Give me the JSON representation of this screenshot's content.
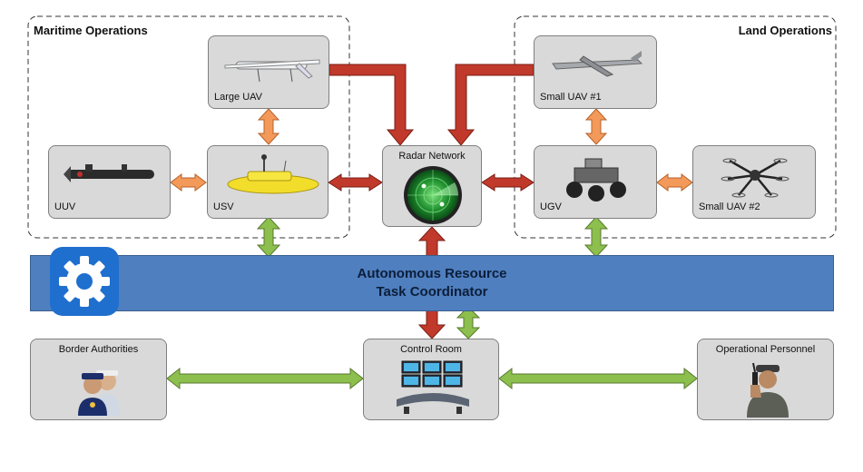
{
  "zones": {
    "maritime": "Maritime Operations",
    "land": "Land Operations"
  },
  "nodes": {
    "large_uav": "Large UAV",
    "uuv": "UUV",
    "usv": "USV",
    "radar": "Radar Network",
    "small_uav_1": "Small UAV #1",
    "ugv": "UGV",
    "small_uav_2": "Small UAV #2",
    "border": "Border Authorities",
    "control": "Control Room",
    "personnel": "Operational Personnel"
  },
  "coordinator": {
    "line1": "Autonomous Resource",
    "line2": "Task Coordinator"
  },
  "icons": {
    "coordinator": "gear-icon",
    "radar": "radar-scope-icon",
    "border": "officers-icon",
    "control": "monitor-desk-icon",
    "personnel": "radio-officer-icon"
  },
  "colors": {
    "box_fill": "#d9d9d9",
    "coordinator_fill": "#4f7fbf",
    "red_arrow": "#c0392b",
    "orange_arrow": "#f39a5a",
    "green_arrow": "#8cbf4d"
  }
}
